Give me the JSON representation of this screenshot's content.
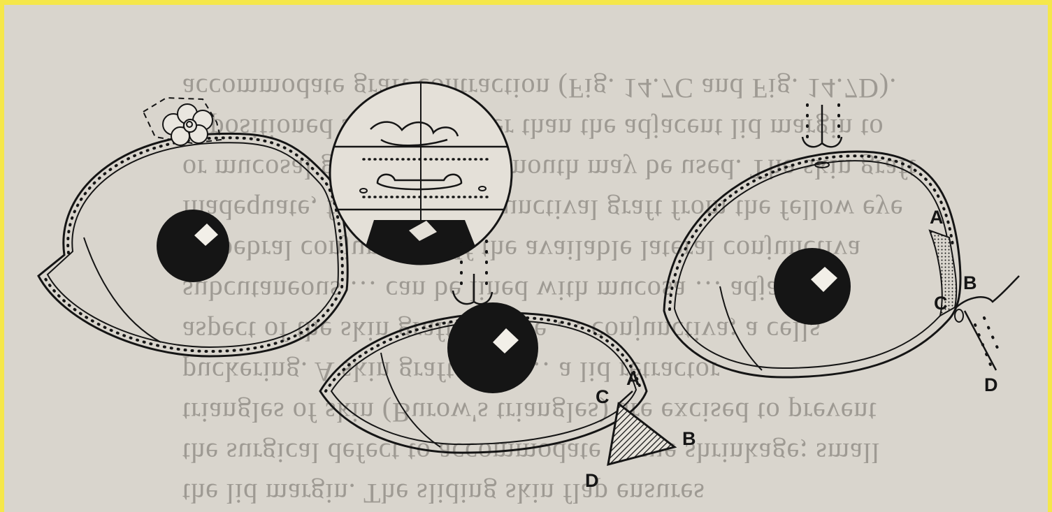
{
  "figure": {
    "labels": {
      "a_middle": "A",
      "b_middle": "B",
      "c_middle": "C",
      "d_middle": "D",
      "a_right": "A",
      "b_right": "B",
      "c_right": "C",
      "d_right": "D"
    }
  },
  "background_text": {
    "lines": [
      "the lid margin. The sliding skin flap ensures",
      "the surgical defect to accommodate tissue shrinkage; small",
      "triangles of skin (Burow's triangles) are excised to prevent",
      "puckering. A skin graft base … a lid retractor",
      "aspect of the skin graft may be … conjunctiva; a cells",
      "subcutaneous … can be lined with mucosa … adjacent",
      "palpebral conjunctiva. If the available lateral conjunctiva",
      "inadequate, free tarsal conjunctival graft from the fellow eye",
      "or mucosal grafts from the mouth may be used. The skin graft",
      "is positioned slightly higher than the adjacent lid margin to",
      "accommodate graft contraction (Fig. 14.7C and Fig. 14.7D)."
    ]
  },
  "colors": {
    "border": "#f5e74a",
    "paper": "#d9d5cd",
    "ink": "#151515"
  }
}
